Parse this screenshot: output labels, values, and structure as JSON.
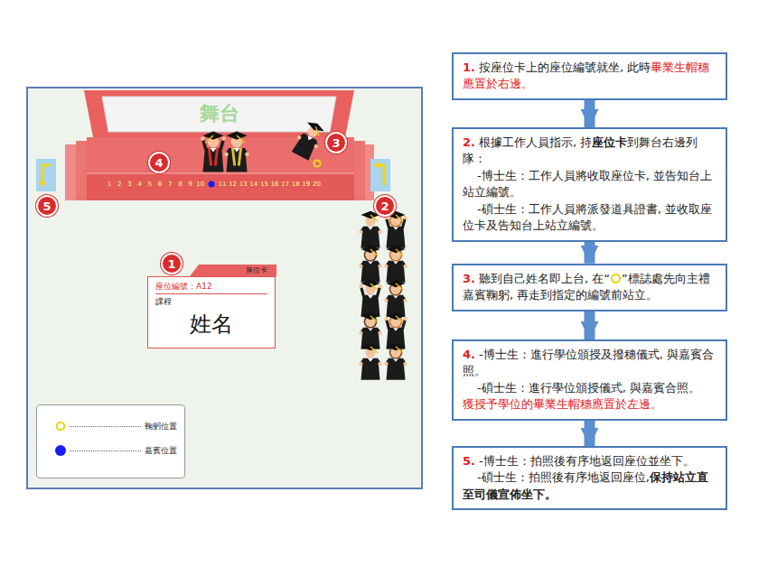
{
  "diagram": {
    "nodes": [
      {
        "text": [
          "1"
        ]
      },
      {
        "text": [
          "2"
        ]
      },
      {
        "text": [
          "3"
        ]
      },
      {
        "text": [
          "4"
        ]
      },
      {
        "text": [
          "5"
        ]
      },
      {
        "text": [
          "座位卡",
          "座位編號：A12",
          "課程",
          "姓名"
        ]
      },
      {
        "text": [
          "1.",
          "按座位卡上的座位編號就坐, 此時",
          "畢業生帽穗應置於右邊。"
        ]
      },
      {
        "text": [
          "2.",
          "根據工作人員指示, 持",
          "座位卡",
          "到舞台右邊列隊：",
          "-博士生：工作人員將收取座位卡, 並告知台上站立編號。",
          "-碩士生：工作人員將派發道具證書, 並收取座位卡及告知台上站立編號。"
        ]
      },
      {
        "text": [
          "3.",
          "聽到自己姓名即上台, 在“",
          "”標誌處先向主禮嘉賓鞠躬, 再走到指定的編號前站立。"
        ]
      },
      {
        "text": [
          "4.",
          "-博士生：進行學位頒授及撥穗儀式, 與嘉賓合照。",
          "-碩士生：進行學位頒授儀式, 與嘉賓合照。",
          "獲授予學位的畢業生帽穗應置於左邊。"
        ]
      },
      {
        "text": [
          "5.",
          "-博士生：拍照後有序地返回座位並坐下。",
          "-碩士生：拍照後有序地返回座位,",
          "保持站立直至司儀宣佈坐下。"
        ]
      }
    ],
    "edges": [
      {
        "from": 6,
        "to": 7,
        "arrow": "to"
      },
      {
        "from": 7,
        "to": 8,
        "arrow": "to"
      },
      {
        "from": 8,
        "to": 9,
        "arrow": "to"
      },
      {
        "from": 9,
        "to": 10,
        "arrow": "to"
      }
    ],
    "labels": [
      "舞台",
      "1",
      "2",
      "3",
      "4",
      "5",
      "6",
      "7",
      "8",
      "9",
      "10",
      "11",
      "12",
      "13",
      "14",
      "15",
      "16",
      "17",
      "18",
      "19",
      "20"
    ],
    "legend": [
      {
        "text": "鞠躬位置"
      },
      {
        "text": "嘉賓位置",
        "color": "#1a1aff"
      }
    ]
  }
}
